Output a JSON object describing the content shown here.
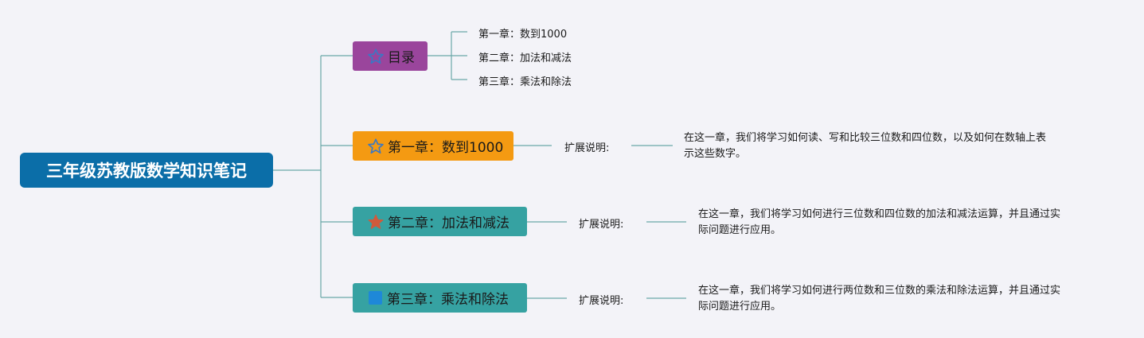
{
  "colors": {
    "background": "#f3f3f8",
    "root": "#0b6ea8",
    "toc": "#9a459c",
    "chapter1": "#f49a12",
    "chapter2": "#36a2a2",
    "chapter3": "#36a2a2",
    "connector": "#6aa7a7",
    "star_outline": "#3a78c4",
    "star_filled": "#d05a3c",
    "square": "#1e88d8"
  },
  "root": {
    "title": "三年级苏教版数学知识笔记"
  },
  "toc": {
    "label": "目录",
    "icon": "star-outline-icon",
    "items": [
      "第一章：数到1000",
      "第二章：加法和减法",
      "第三章：乘法和除法"
    ]
  },
  "chapters": [
    {
      "label": "第一章：数到1000",
      "icon": "star-outline-icon",
      "ext_label": "扩展说明:",
      "desc_lines": [
        "在这一章，我们将学习如何读、写和比较三位数和四位数，以及如何在数轴上表",
        "示这些数字。"
      ]
    },
    {
      "label": "第二章：加法和减法",
      "icon": "star-filled-icon",
      "ext_label": "扩展说明:",
      "desc_lines": [
        "在这一章，我们将学习如何进行三位数和四位数的加法和减法运算，并且通过实",
        "际问题进行应用。"
      ]
    },
    {
      "label": "第三章：乘法和除法",
      "icon": "square-icon",
      "ext_label": "扩展说明:",
      "desc_lines": [
        "在这一章，我们将学习如何进行两位数和三位数的乘法和除法运算，并且通过实",
        "际问题进行应用。"
      ]
    }
  ]
}
